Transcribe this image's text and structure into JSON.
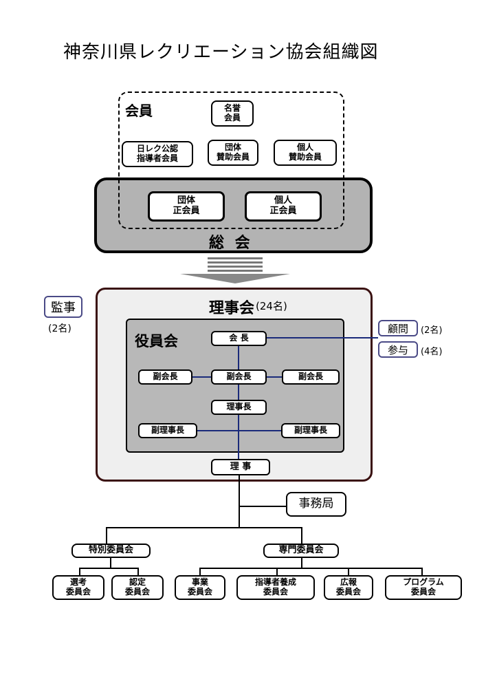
{
  "title": "神奈川県レクリエーション協会組織図",
  "members": {
    "label": "会員",
    "honorary": [
      "名誉",
      "会員"
    ],
    "nichirec": [
      "日レク公認",
      "指導者会員"
    ],
    "group_support": [
      "団体",
      "賛助会員"
    ],
    "individual_support": [
      "個人",
      "賛助会員"
    ],
    "group_regular": [
      "団体",
      "正会員"
    ],
    "individual_regular": [
      "個人",
      "正会員"
    ]
  },
  "general_assembly": "総 会",
  "board": {
    "label": "理事会",
    "count": "(24名)"
  },
  "auditor": {
    "label": "監事",
    "count": "(2名)"
  },
  "advisor": {
    "label": "顧問",
    "count": "(2名)"
  },
  "counselor": {
    "label": "参与",
    "count": "(4名)"
  },
  "officers": {
    "label": "役員会",
    "president": "会 長",
    "vp_left": "副会長",
    "vp_center": "副会長",
    "vp_right": "副会長",
    "chairman": "理事長",
    "vice_chair_left": "副理事長",
    "vice_chair_right": "副理事長"
  },
  "director": "理 事",
  "secretariat": "事務局",
  "special_committee": "特別委員会",
  "expert_committee": "専門委員会",
  "committees": {
    "selection": [
      "選考",
      "委員会"
    ],
    "certification": [
      "認定",
      "委員会"
    ],
    "business": [
      "事業",
      "委員会"
    ],
    "training": [
      "指導者養成",
      "委員会"
    ],
    "pr": [
      "広報",
      "委員会"
    ],
    "program": [
      "プログラム",
      "委員会"
    ]
  }
}
